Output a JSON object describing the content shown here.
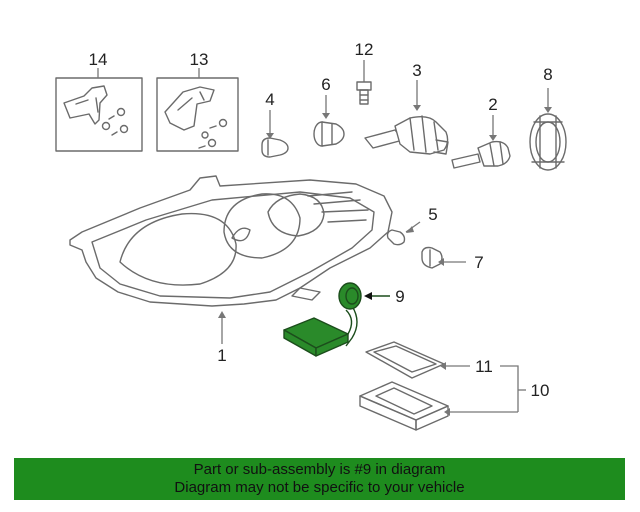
{
  "diagram": {
    "callouts": {
      "c1": "1",
      "c2": "2",
      "c3": "3",
      "c4": "4",
      "c5": "5",
      "c6": "6",
      "c7": "7",
      "c8": "8",
      "c9": "9",
      "c10": "10",
      "c11": "11",
      "c12": "12",
      "c13": "13",
      "c14": "14"
    },
    "highlighted_part": "9",
    "highlight_color": "#2a8a2a"
  },
  "banner": {
    "line1": "Part or sub-assembly is #9 in diagram",
    "line2": "Diagram may not be specific to your vehicle",
    "background": "#1e8c1e"
  }
}
